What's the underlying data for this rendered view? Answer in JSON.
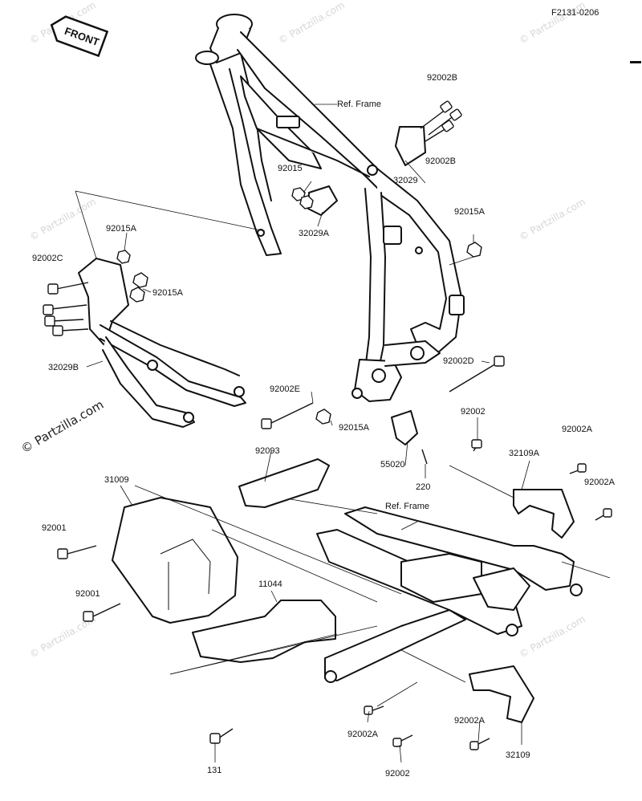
{
  "diagram_code": "F2131-0206",
  "front_label": "FRONT",
  "copyright_watermark": "© Partzilla.com",
  "watermark": "© Partzilla.com",
  "callouts": {
    "ref_frame_top": "Ref. Frame",
    "ref_frame_bottom": "Ref. Frame",
    "p92002B_a": "92002B",
    "p92002B_b": "92002B",
    "p32029": "32029",
    "p92015": "92015",
    "p32029A": "32029A",
    "p92015A_right": "92015A",
    "p92015A_left_top": "92015A",
    "p92002C": "92002C",
    "p92015A_left_mid": "92015A",
    "p32029B": "32029B",
    "p92002D": "92002D",
    "p92002E": "92002E",
    "p92015A_center": "92015A",
    "p92002_mid": "92002",
    "p92093": "92093",
    "p55020": "55020",
    "p220": "220",
    "p92002A_top": "92002A",
    "p32109A": "32109A",
    "p92002A_right": "92002A",
    "p31009": "31009",
    "p92001_a": "92001",
    "p92001_b": "92001",
    "p11044": "11044",
    "p92002A_bottom_left": "92002A",
    "p92002A_bottom_right": "92002A",
    "p131": "131",
    "p92002_bottom": "92002",
    "p32109": "32109"
  }
}
